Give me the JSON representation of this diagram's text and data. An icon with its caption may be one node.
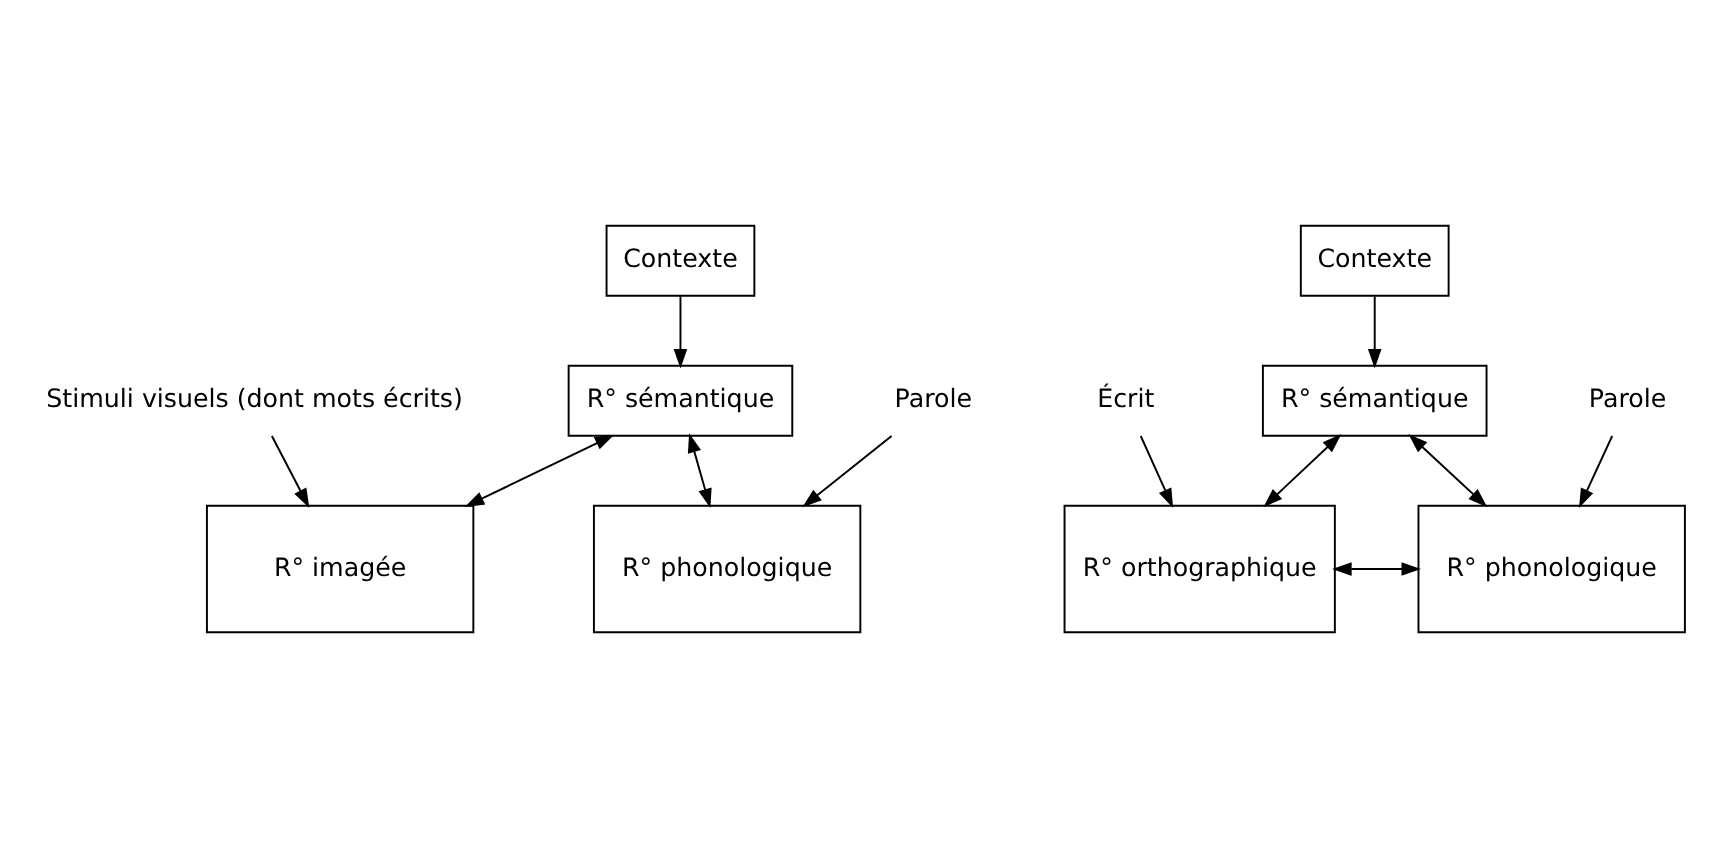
{
  "diagram": {
    "nodes": [
      {
        "text": [
          "Contexte"
        ]
      },
      {
        "text": [
          "R° sémantique"
        ]
      },
      {
        "text": [
          "R° imagée"
        ]
      },
      {
        "text": [
          "R° phonologique"
        ]
      },
      {
        "text": [
          "Stimuli visuels (dont mots écrits)"
        ]
      },
      {
        "text": [
          "Parole"
        ]
      },
      {
        "text": [
          "Contexte"
        ]
      },
      {
        "text": [
          "R° sémantique"
        ]
      },
      {
        "text": [
          "R° orthographique"
        ]
      },
      {
        "text": [
          "R° phonologique"
        ]
      },
      {
        "text": [
          "Écrit"
        ]
      },
      {
        "text": [
          "Parole"
        ]
      }
    ],
    "edges": [
      {
        "from": 0,
        "to": 1,
        "arrow": "to"
      },
      {
        "from": 1,
        "to": 2,
        "arrow": "both"
      },
      {
        "from": 1,
        "to": 3,
        "arrow": "both"
      },
      {
        "from": 4,
        "to": 2,
        "arrow": "to"
      },
      {
        "from": 5,
        "to": 3,
        "arrow": "to"
      },
      {
        "from": 6,
        "to": 7,
        "arrow": "to"
      },
      {
        "from": 7,
        "to": 8,
        "arrow": "both"
      },
      {
        "from": 7,
        "to": 9,
        "arrow": "both"
      },
      {
        "from": 8,
        "to": 9,
        "arrow": "both"
      },
      {
        "from": 10,
        "to": 8,
        "arrow": "to"
      },
      {
        "from": 11,
        "to": 9,
        "arrow": "to"
      }
    ]
  }
}
